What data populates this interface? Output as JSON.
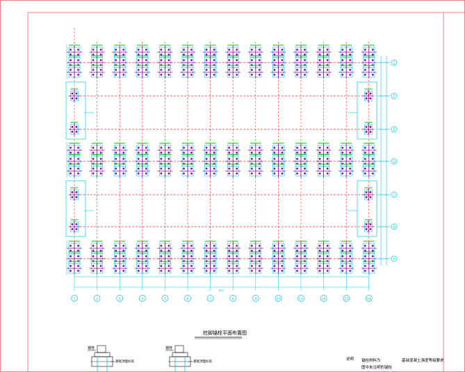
{
  "drawing": {
    "title": "柱脚锚栓平面布置图",
    "colors": {
      "frame": "#f08080",
      "grid": "#ff3030",
      "column": "#8000a0",
      "dim": "#00c8e6",
      "label": "#00c000",
      "text": "#000000",
      "detail": "#000000"
    }
  },
  "axis_labels": {
    "bottom": [
      "1",
      "2",
      "3",
      "4",
      "5",
      "6",
      "7",
      "8",
      "9",
      "10",
      "11",
      "12",
      "13",
      "14"
    ],
    "right": [
      "A",
      "B",
      "C",
      "D",
      "E",
      "F",
      "G"
    ]
  },
  "dimensions": {
    "overall_label": "总长"
  },
  "details": [
    {
      "label": "锚栓",
      "note": "基础顶面标高"
    },
    {
      "label": "锚栓",
      "note": "基础顶面标高"
    }
  ],
  "notes": {
    "heading": "说明",
    "line1": "锚栓材料为",
    "line2": "图中未注明的锚栓",
    "line3": "基础混凝土强度等级要求"
  }
}
